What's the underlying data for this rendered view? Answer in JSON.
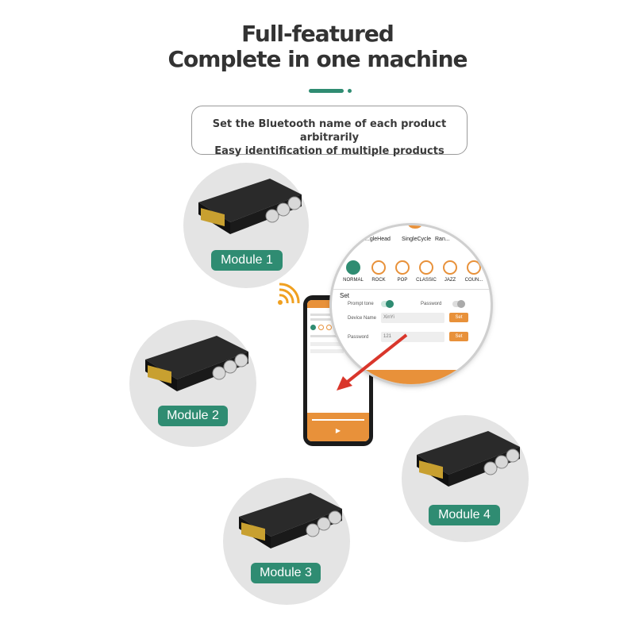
{
  "heading": {
    "line1": "Full-featured",
    "line2": "Complete in one machine"
  },
  "description": {
    "line1": "Set the Bluetooth name of each product arbitrarily",
    "line2": "Easy identification of multiple products"
  },
  "modules": [
    {
      "label": "Module 1"
    },
    {
      "label": "Module 2"
    },
    {
      "label": "Module 3"
    },
    {
      "label": "Module 4"
    }
  ],
  "app_zoom": {
    "play_modes": [
      "...gleHead",
      "SingleCycle",
      "Ran..."
    ],
    "eq_modes": [
      "NORMAL",
      "ROCK",
      "POP",
      "CLASSIC",
      "JAZZ",
      "COUN..."
    ],
    "set_section": "Set",
    "prompt_tone_label": "Prompt tone",
    "password_toggle_label": "Password",
    "device_name_label": "Device Name",
    "device_name_value": "XinYi",
    "password_label": "Password",
    "password_value": "121",
    "set_button": "Set"
  },
  "colors": {
    "accent_green": "#2f8c72",
    "app_orange": "#e8913a",
    "arrow_red": "#d9362b",
    "wifi_orange": "#f0a020"
  },
  "icons": [
    "bluetooth-signal-icon",
    "red-arrow-icon"
  ]
}
